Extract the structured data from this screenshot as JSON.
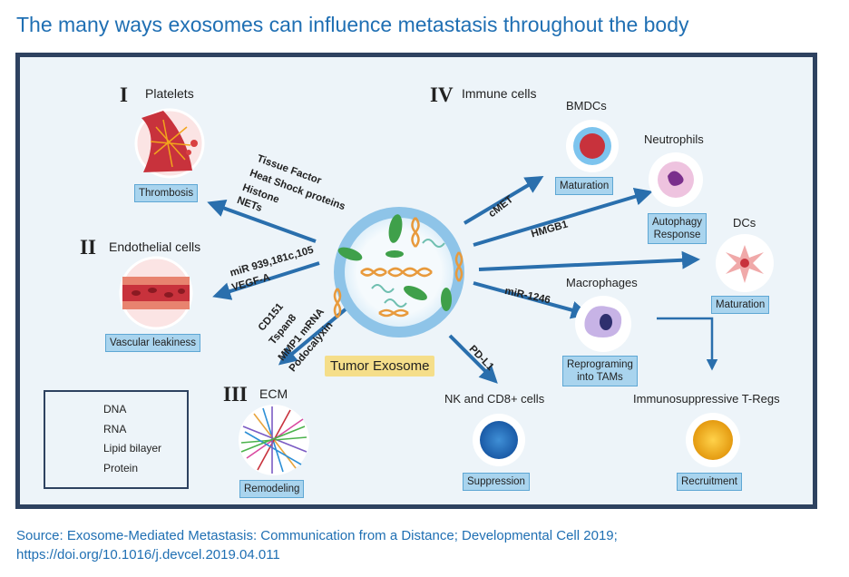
{
  "title": "The many ways exosomes can influence metastasis throughout the body",
  "source_line1": "Source: Exosome-Mediated Metastasis: Communication from a Distance; Developmental Cell 2019;",
  "source_line2": "https://doi.org/10.1016/j.devcel.2019.04.011",
  "center": {
    "label": "Tumor Exosome"
  },
  "sections": {
    "platelets": {
      "roman": "I",
      "title": "Platelets",
      "effect": "Thrombosis"
    },
    "endothelial": {
      "roman": "II",
      "title": "Endothelial cells",
      "effect": "Vascular leakiness"
    },
    "ecm": {
      "roman": "III",
      "title": "ECM",
      "effect": "Remodeling"
    },
    "immune": {
      "roman": "IV",
      "title": "Immune cells"
    }
  },
  "immune_targets": {
    "bmdcs": {
      "title": "BMDCs",
      "effect": "Maturation",
      "molecule": "cMET"
    },
    "neutrophils": {
      "title": "Neutrophils",
      "effect_line1": "Autophagy",
      "effect_line2": "Response",
      "molecule": "HMGB1"
    },
    "dcs": {
      "title": "DCs",
      "effect": "Maturation"
    },
    "macrophages": {
      "title": "Macrophages",
      "effect_line1": "Reprograming",
      "effect_line2": "into TAMs",
      "molecule": "miR-1246"
    },
    "nk": {
      "title": "NK and CD8+ cells",
      "effect": "Suppression",
      "molecule": "PD-L1"
    },
    "tregs": {
      "title": "Immunosuppressive T-Regs",
      "effect": "Recruitment"
    }
  },
  "molecules": {
    "platelets": [
      "Tissue Factor",
      "Heat Shock proteins",
      "Histone",
      "NETs"
    ],
    "endothelial": [
      "miR 939,181c,105",
      "VEGF-A"
    ],
    "ecm": [
      "CD151",
      "Tspan8",
      "MMP1 mRNA",
      "Podocalyxin"
    ]
  },
  "legend": [
    {
      "label": "DNA",
      "icon": "dna-helix-icon"
    },
    {
      "label": "RNA",
      "icon": "rna-strand-icon"
    },
    {
      "label": "Lipid bilayer",
      "icon": "lipid-bilayer-icon"
    },
    {
      "label": "Protein",
      "icon": "protein-icon"
    }
  ],
  "colors": {
    "title": "#1f6fb3",
    "frame": "#2e4260",
    "background": "#edf4f9",
    "arrow": "#2a6fad",
    "effect_box": "#a9d4ee",
    "tumor_label": "#f5de8a",
    "dna_orange": "#e89a3c",
    "protein_green": "#3fa04a",
    "lipid_blue": "#8ec4e8"
  }
}
